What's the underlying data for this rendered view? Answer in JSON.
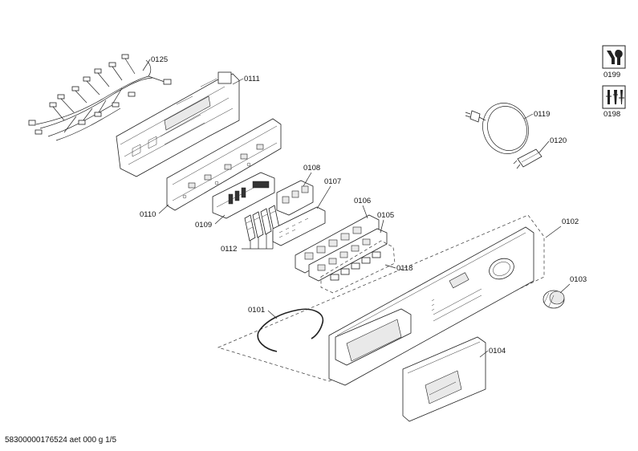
{
  "labels": {
    "p0125": "0125",
    "p0111": "0111",
    "p0110": "0110",
    "p0109": "0109",
    "p0108": "0108",
    "p0107": "0107",
    "p0106": "0106",
    "p0105": "0105",
    "p0112": "0112",
    "p0118": "0118",
    "p0119": "0119",
    "p0120": "0120",
    "p0102": "0102",
    "p0103": "0103",
    "p0101": "0101",
    "p0104": "0104",
    "p0199": "0199",
    "p0198": "0198"
  },
  "footer": "58300000176524 aet 000 g 1/5",
  "icons": {
    "service_tool": "wrench-service-icon",
    "tool_kit": "tool-kit-icon"
  }
}
